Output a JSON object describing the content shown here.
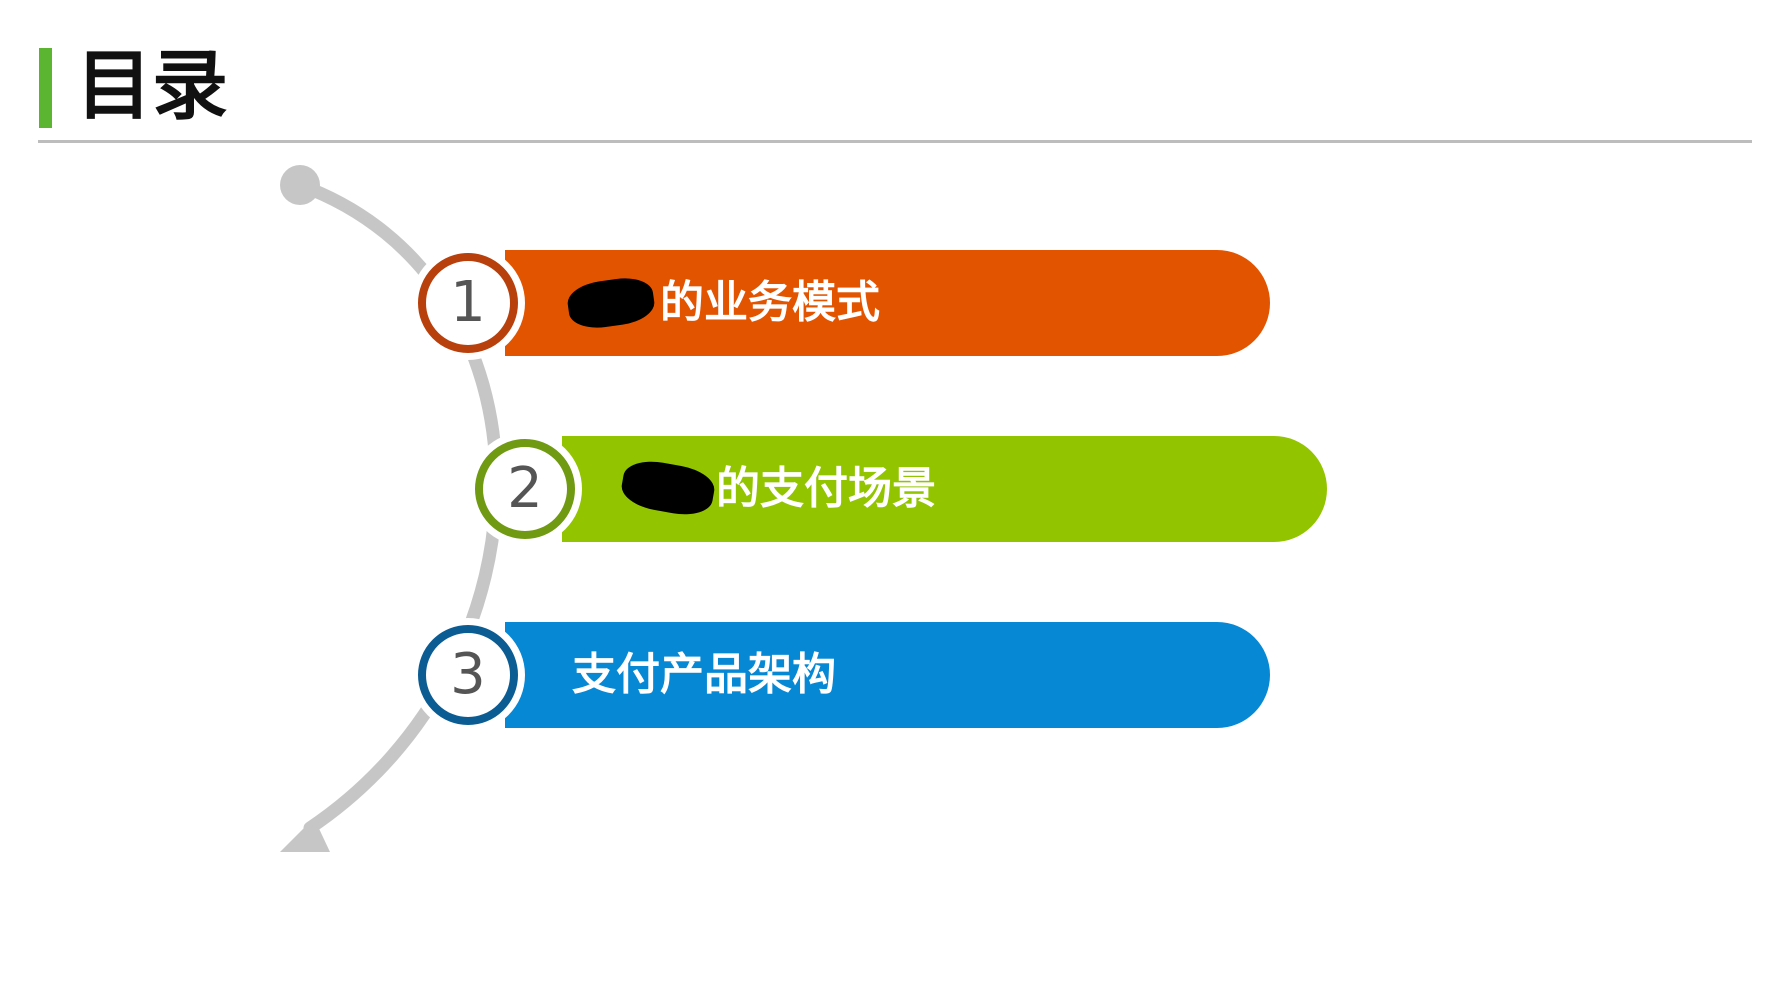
{
  "page": {
    "title": "目录"
  },
  "colors": {
    "accent_green": "#5cb531",
    "arc_gray": "#c6c6c6",
    "divider_gray": "#bdbdbd"
  },
  "toc": {
    "items": [
      {
        "number": "1",
        "label": "的业务模式",
        "pill_color": "#e35400",
        "ring_color": "#b8400c",
        "label_partially_redacted": true
      },
      {
        "number": "2",
        "label": "的支付场景",
        "pill_color": "#93c400",
        "ring_color": "#6f9a12",
        "label_partially_redacted": true
      },
      {
        "number": "3",
        "label": "支付产品架构",
        "pill_color": "#0788d4",
        "ring_color": "#0b5c93",
        "label_partially_redacted": false
      }
    ]
  }
}
